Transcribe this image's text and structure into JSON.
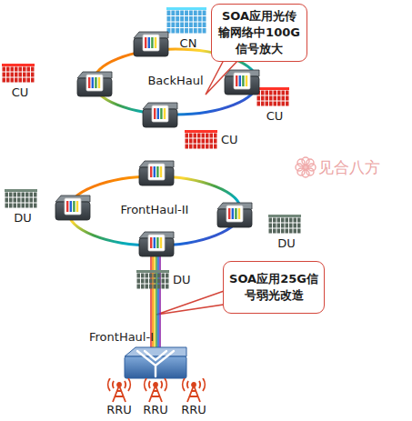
{
  "diagram": {
    "nodes": [
      {
        "text": [
          "SOA应用光传输网络中100G信号放大"
        ]
      },
      {
        "text": [
          "CN"
        ]
      },
      {
        "text": [
          "BackHaul"
        ]
      },
      {
        "text": [
          "CU"
        ]
      },
      {
        "text": [
          "CU"
        ]
      },
      {
        "text": [
          "CU"
        ]
      },
      {
        "text": [
          "FrontHaul-II"
        ]
      },
      {
        "text": [
          "DU"
        ]
      },
      {
        "text": [
          "DU"
        ]
      },
      {
        "text": [
          "DU"
        ]
      },
      {
        "text": [
          "SOA应用25G信号弱光改造"
        ]
      },
      {
        "text": [
          "RRU"
        ]
      },
      {
        "text": [
          "RRU"
        ]
      },
      {
        "text": [
          "RRU"
        ]
      }
    ],
    "labels": [
      "见合八方",
      "FrontHaul-I"
    ]
  }
}
